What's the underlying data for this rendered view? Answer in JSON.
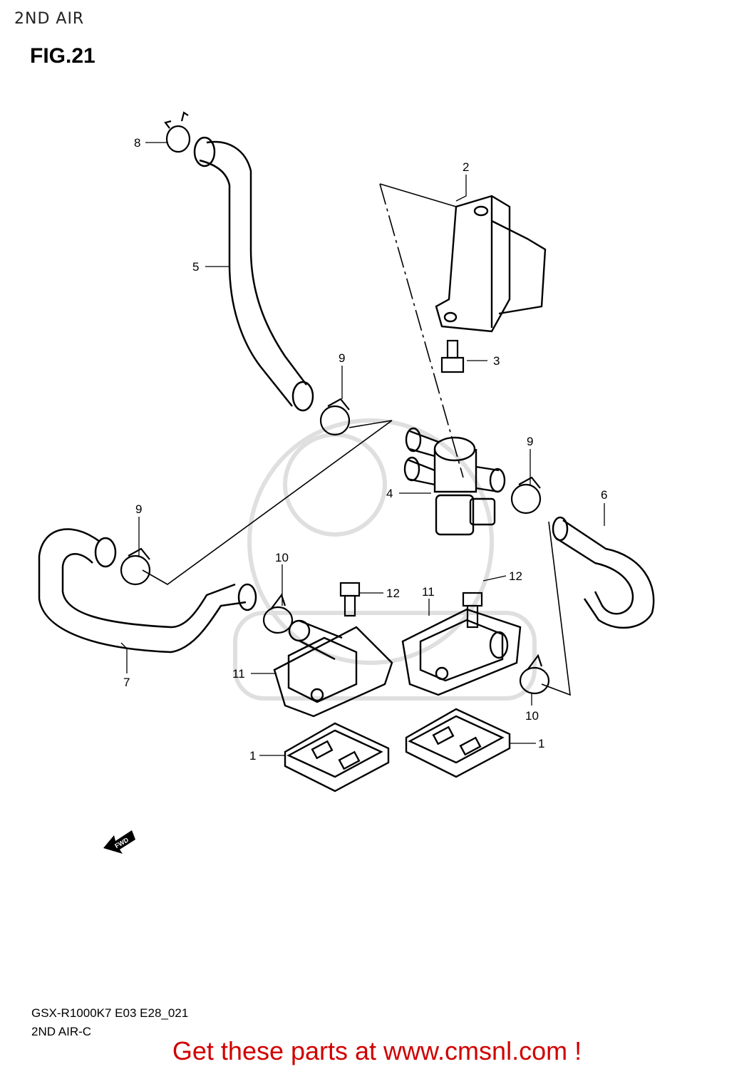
{
  "header": {
    "section": "2ND AIR",
    "figure": "FIG.21"
  },
  "callouts": {
    "c1a": "1",
    "c1b": "1",
    "c2": "2",
    "c3": "3",
    "c4": "4",
    "c5": "5",
    "c6": "6",
    "c7": "7",
    "c8": "8",
    "c9a": "9",
    "c9b": "9",
    "c9c": "9",
    "c10a": "10",
    "c10b": "10",
    "c11a": "11",
    "c11b": "11",
    "c12a": "12",
    "c12b": "12"
  },
  "fwd_label": "FWD",
  "footer": {
    "model_code": "GSX-R1000K7 E03 E28_021",
    "subtitle": "2ND AIR-C"
  },
  "promo": "Get these parts at www.cmsnl.com !"
}
